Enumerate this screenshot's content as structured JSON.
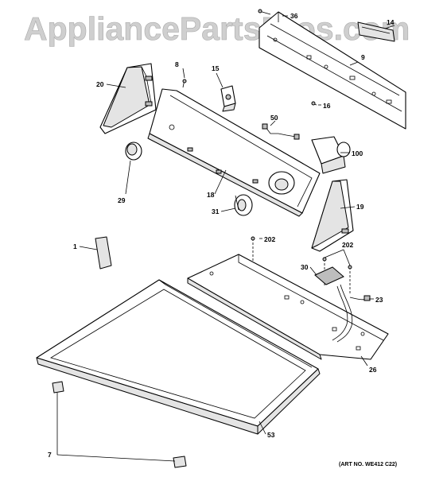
{
  "watermark": "AppliancePartsPros.com",
  "art_number": "(ART NO. WE412 C22)",
  "callouts": {
    "p36": "36",
    "p14": "14",
    "p9": "9",
    "p8": "8",
    "p15": "15",
    "p20": "20",
    "p16": "16",
    "p50": "50",
    "p100": "100",
    "p29": "29",
    "p18": "18",
    "p31": "31",
    "p19": "19",
    "p202a": "202",
    "p202b": "202",
    "p1": "1",
    "p30": "30",
    "p23": "23",
    "p26": "26",
    "p53": "53",
    "p7": "7"
  }
}
